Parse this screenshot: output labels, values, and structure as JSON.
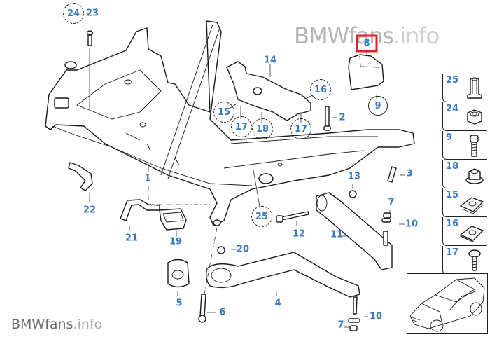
{
  "watermark": {
    "top": {
      "brand": "BMWfans",
      "tld": ".info"
    },
    "bottom": {
      "brand": "BMWfans",
      "tld": ".info"
    }
  },
  "highlight": {
    "part": "8",
    "color": "#e0202a"
  },
  "label_color": "#3a78c2",
  "callouts": [
    {
      "id": "c24-top",
      "label": "24",
      "style": "circled"
    },
    {
      "id": "c23",
      "label": "23",
      "style": "plain"
    },
    {
      "id": "c14",
      "label": "14",
      "style": "plain"
    },
    {
      "id": "c16",
      "label": "16",
      "style": "circled"
    },
    {
      "id": "c15",
      "label": "15",
      "style": "circled"
    },
    {
      "id": "c17a",
      "label": "17",
      "style": "circled"
    },
    {
      "id": "c18",
      "label": "18",
      "style": "circled"
    },
    {
      "id": "c17b",
      "label": "17",
      "style": "circled"
    },
    {
      "id": "c2",
      "label": "2",
      "style": "plain"
    },
    {
      "id": "c8",
      "label": "8",
      "style": "boxed"
    },
    {
      "id": "c9",
      "label": "9",
      "style": "circled-solid"
    },
    {
      "id": "c1",
      "label": "1",
      "style": "plain"
    },
    {
      "id": "c3",
      "label": "3",
      "style": "plain"
    },
    {
      "id": "c13",
      "label": "13",
      "style": "plain"
    },
    {
      "id": "c22",
      "label": "22",
      "style": "plain"
    },
    {
      "id": "c21",
      "label": "21",
      "style": "plain"
    },
    {
      "id": "c19",
      "label": "19",
      "style": "plain"
    },
    {
      "id": "c25",
      "label": "25",
      "style": "circled"
    },
    {
      "id": "c12",
      "label": "12",
      "style": "plain"
    },
    {
      "id": "c11",
      "label": "11",
      "style": "plain"
    },
    {
      "id": "c7a",
      "label": "7",
      "style": "plain"
    },
    {
      "id": "c10a",
      "label": "10",
      "style": "plain"
    },
    {
      "id": "c20",
      "label": "20",
      "style": "plain"
    },
    {
      "id": "c5",
      "label": "5",
      "style": "plain"
    },
    {
      "id": "c6",
      "label": "6",
      "style": "plain"
    },
    {
      "id": "c4",
      "label": "4",
      "style": "plain"
    },
    {
      "id": "c10b",
      "label": "10",
      "style": "plain"
    },
    {
      "id": "c7b",
      "label": "7",
      "style": "plain"
    }
  ],
  "legend": {
    "items": [
      {
        "label": "25",
        "icon": "rivet-nut-icon"
      },
      {
        "label": "24",
        "icon": "hex-nut-icon"
      },
      {
        "label": "9",
        "icon": "socket-bolt-icon"
      },
      {
        "label": "18",
        "icon": "flange-nut-icon"
      },
      {
        "label": "15",
        "icon": "clip-nut-icon"
      },
      {
        "label": "16",
        "icon": "clip-nut-icon"
      },
      {
        "label": "17",
        "icon": "screw-icon"
      }
    ]
  },
  "car_thumbnail": {
    "icon": "car-sedan-icon"
  }
}
